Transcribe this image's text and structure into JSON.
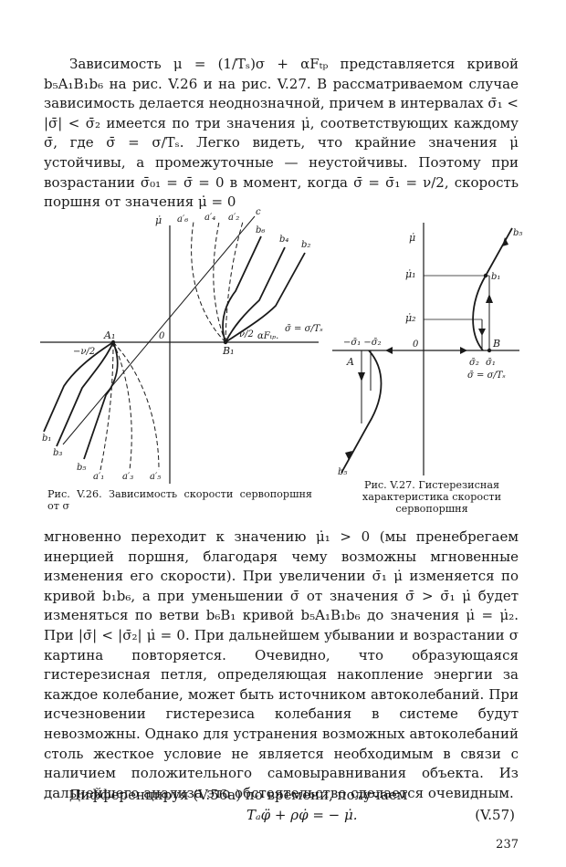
{
  "text": {
    "p1": "Зависимость μ = (1/Tₛ)σ + αFₜₚ представляется кривой b₅A₁B₁b₆ на рис. V.26 и на рис. V.27. В рассматриваемом случае зависимость делается неоднозначной, причем в интервалах σ̄₁ < |σ̄| < σ̄₂ имеется по три значения μ̇, соответствующих каждому σ̄, где σ̄ = σ/Tₛ. Легко видеть, что крайние значения μ̇ устойчивы, а промежуточные — неустойчивы. Поэтому при возрастании σ̄₀₁ = σ̄ = 0 в момент, когда σ̄ = σ̄₁ = ν/2, скорость поршня от значения μ̇ = 0",
    "p2": "мгновенно переходит к значению μ̇₁ > 0 (мы пренебрегаем инерцией поршня, благодаря чему возможны мгновенные изменения его скорости). При увеличении σ̄₁ μ̇ изменяется по кривой b₁b₆, а при уменьшении σ̄ от значения σ̄ > σ̄₁ μ̇ будет изменяться по ветви b₆B₁ кривой b₅A₁B₁b₆ до значения μ̇ = μ̇₂. При |σ̄| < |σ̄₂| μ̇ = 0. При дальнейшем убывании и возрастании σ картина повторяется. Очевидно, что образующаяся гистерезисная петля, определяющая накопление энергии за каждое колебание, может быть источником автоколебаний. При исчезновении гистерезиса колебания в системе будут невозможны. Однако для устранения возможных автоколебаний столь жесткое условие не является необходимым в связи с наличием положительного самовыравнивания объекта. Из дальнейшего анализа это обстоятельство сделается очевидным.",
    "p3": "Дифференцируя (V.56а) по времени, получаем",
    "equation": "Tₐφ̈ + ρφ̇ = − μ̇.",
    "equation_number": "(V.57)",
    "page_number": "237"
  },
  "figures": {
    "fig1": {
      "caption": "Рис. V.26. Зависимость скорости сервопоршня от σ",
      "labels": {
        "mu": "μ̇",
        "c": "c",
        "a6": "a′₆",
        "a4": "a′₄",
        "a2": "a′₂",
        "b6": "b₆",
        "b4": "b₄",
        "b2": "b₂",
        "A1": "A₁",
        "B1": "B₁",
        "zero": "0",
        "nu_neg": "−ν/2",
        "nu_pos": "ν/2",
        "axis_right": "αFₜₚ.",
        "sigma_frac": "σ̄ = σ/Tₛ",
        "b1": "b₁",
        "b3": "b₃",
        "b5": "b₅",
        "a1": "a′₁",
        "a3": "a′₃",
        "a5": "a′₅"
      }
    },
    "fig2": {
      "caption": "Рис. V.27. Гистерезисная характеристика скорости сервопоршня",
      "labels": {
        "mu": "μ̇",
        "b5_top": "b₅",
        "mu1": "μ̇₁",
        "b1": "b₁",
        "mu2": "μ̇₂",
        "neg": "−σ̄₁ −σ̄₂",
        "zero": "0",
        "A": "A",
        "B": "B",
        "s2": "σ̄₂",
        "s1": "σ̄₁",
        "sigma_frac": "σ̄ = σ/Tₛ",
        "b5_bottom": "b₅"
      }
    }
  }
}
